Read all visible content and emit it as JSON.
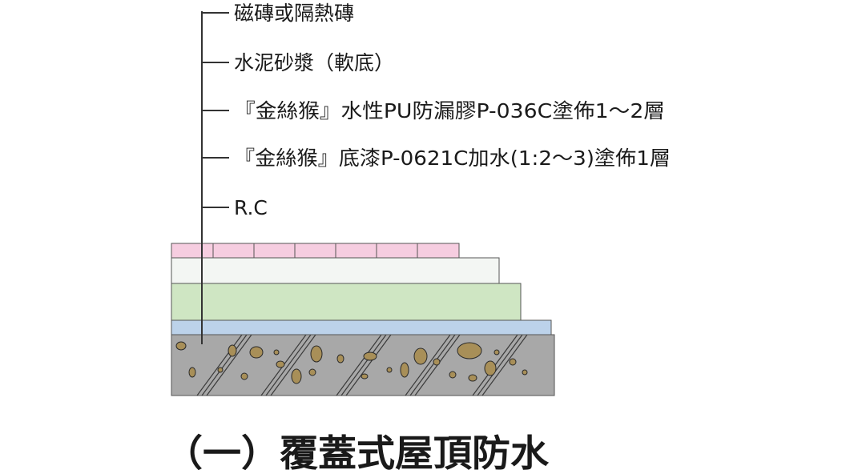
{
  "diagram": {
    "labels": [
      "磁磚或隔熱磚",
      "水泥砂漿（軟底）",
      "『金絲猴』水性PU防漏膠P-036C塗佈1～2層",
      "『金絲猴』底漆P-0621C加水(1:2～3)塗佈1層",
      "R.C"
    ],
    "caption": "（一）覆蓋式屋頂防水",
    "colors": {
      "tile": "#f6cde0",
      "mortar": "#f3f6f3",
      "pu_membrane": "#cfe6c3",
      "primer": "#bcd2ea",
      "concrete": "#a8a8a8",
      "aggregate": "#a88f58",
      "line": "#333333"
    }
  }
}
